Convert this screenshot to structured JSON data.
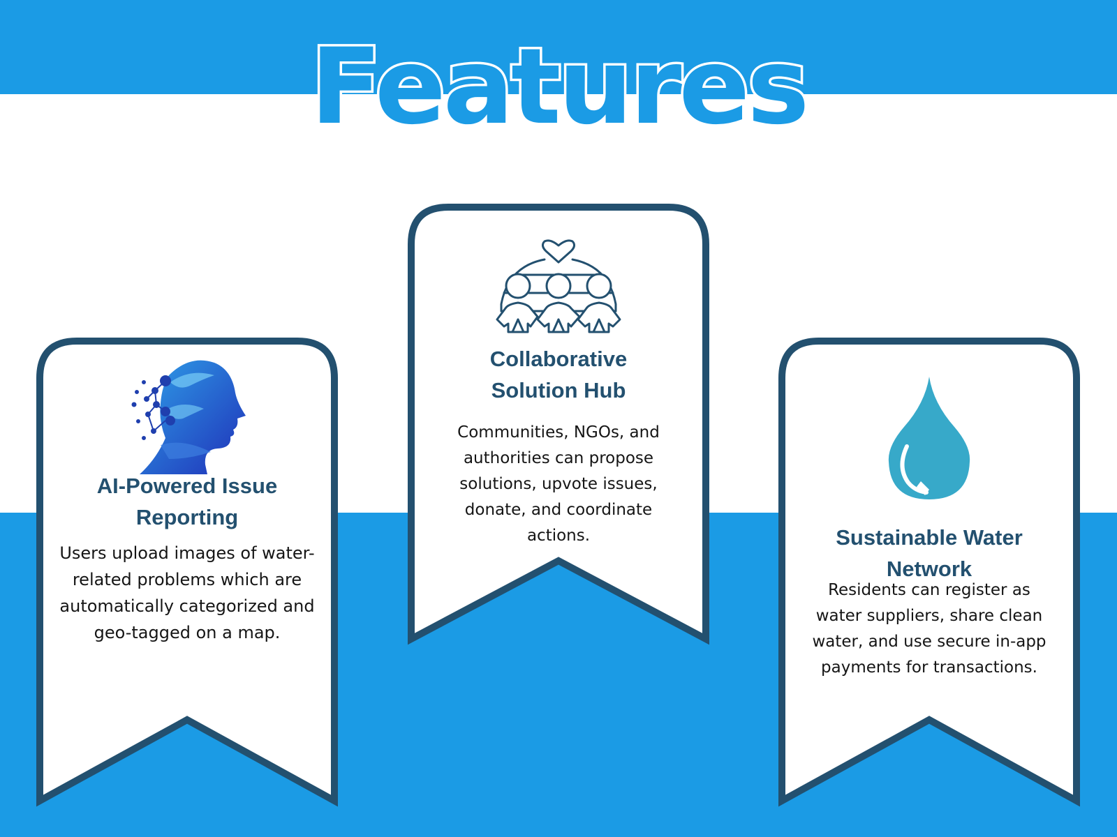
{
  "title": "Features",
  "colors": {
    "brand_blue": "#1b9be5",
    "card_border": "#23506f",
    "heading": "#23506f",
    "drop": "#37a9c9"
  },
  "features": [
    {
      "icon": "ai-head-icon",
      "heading": "AI-Powered Issue Reporting",
      "body": "Users upload images of water-related problems which are automatically categorized and geo-tagged on a map."
    },
    {
      "icon": "community-heart-icon",
      "heading": "Collaborative Solution Hub",
      "body": "Communities, NGOs, and authorities can propose solutions, upvote issues, donate, and coordinate actions."
    },
    {
      "icon": "water-drop-icon",
      "heading": "Sustainable Water Network",
      "body": "Residents can register as water suppliers, share clean water, and use secure in-app payments for transactions."
    }
  ]
}
